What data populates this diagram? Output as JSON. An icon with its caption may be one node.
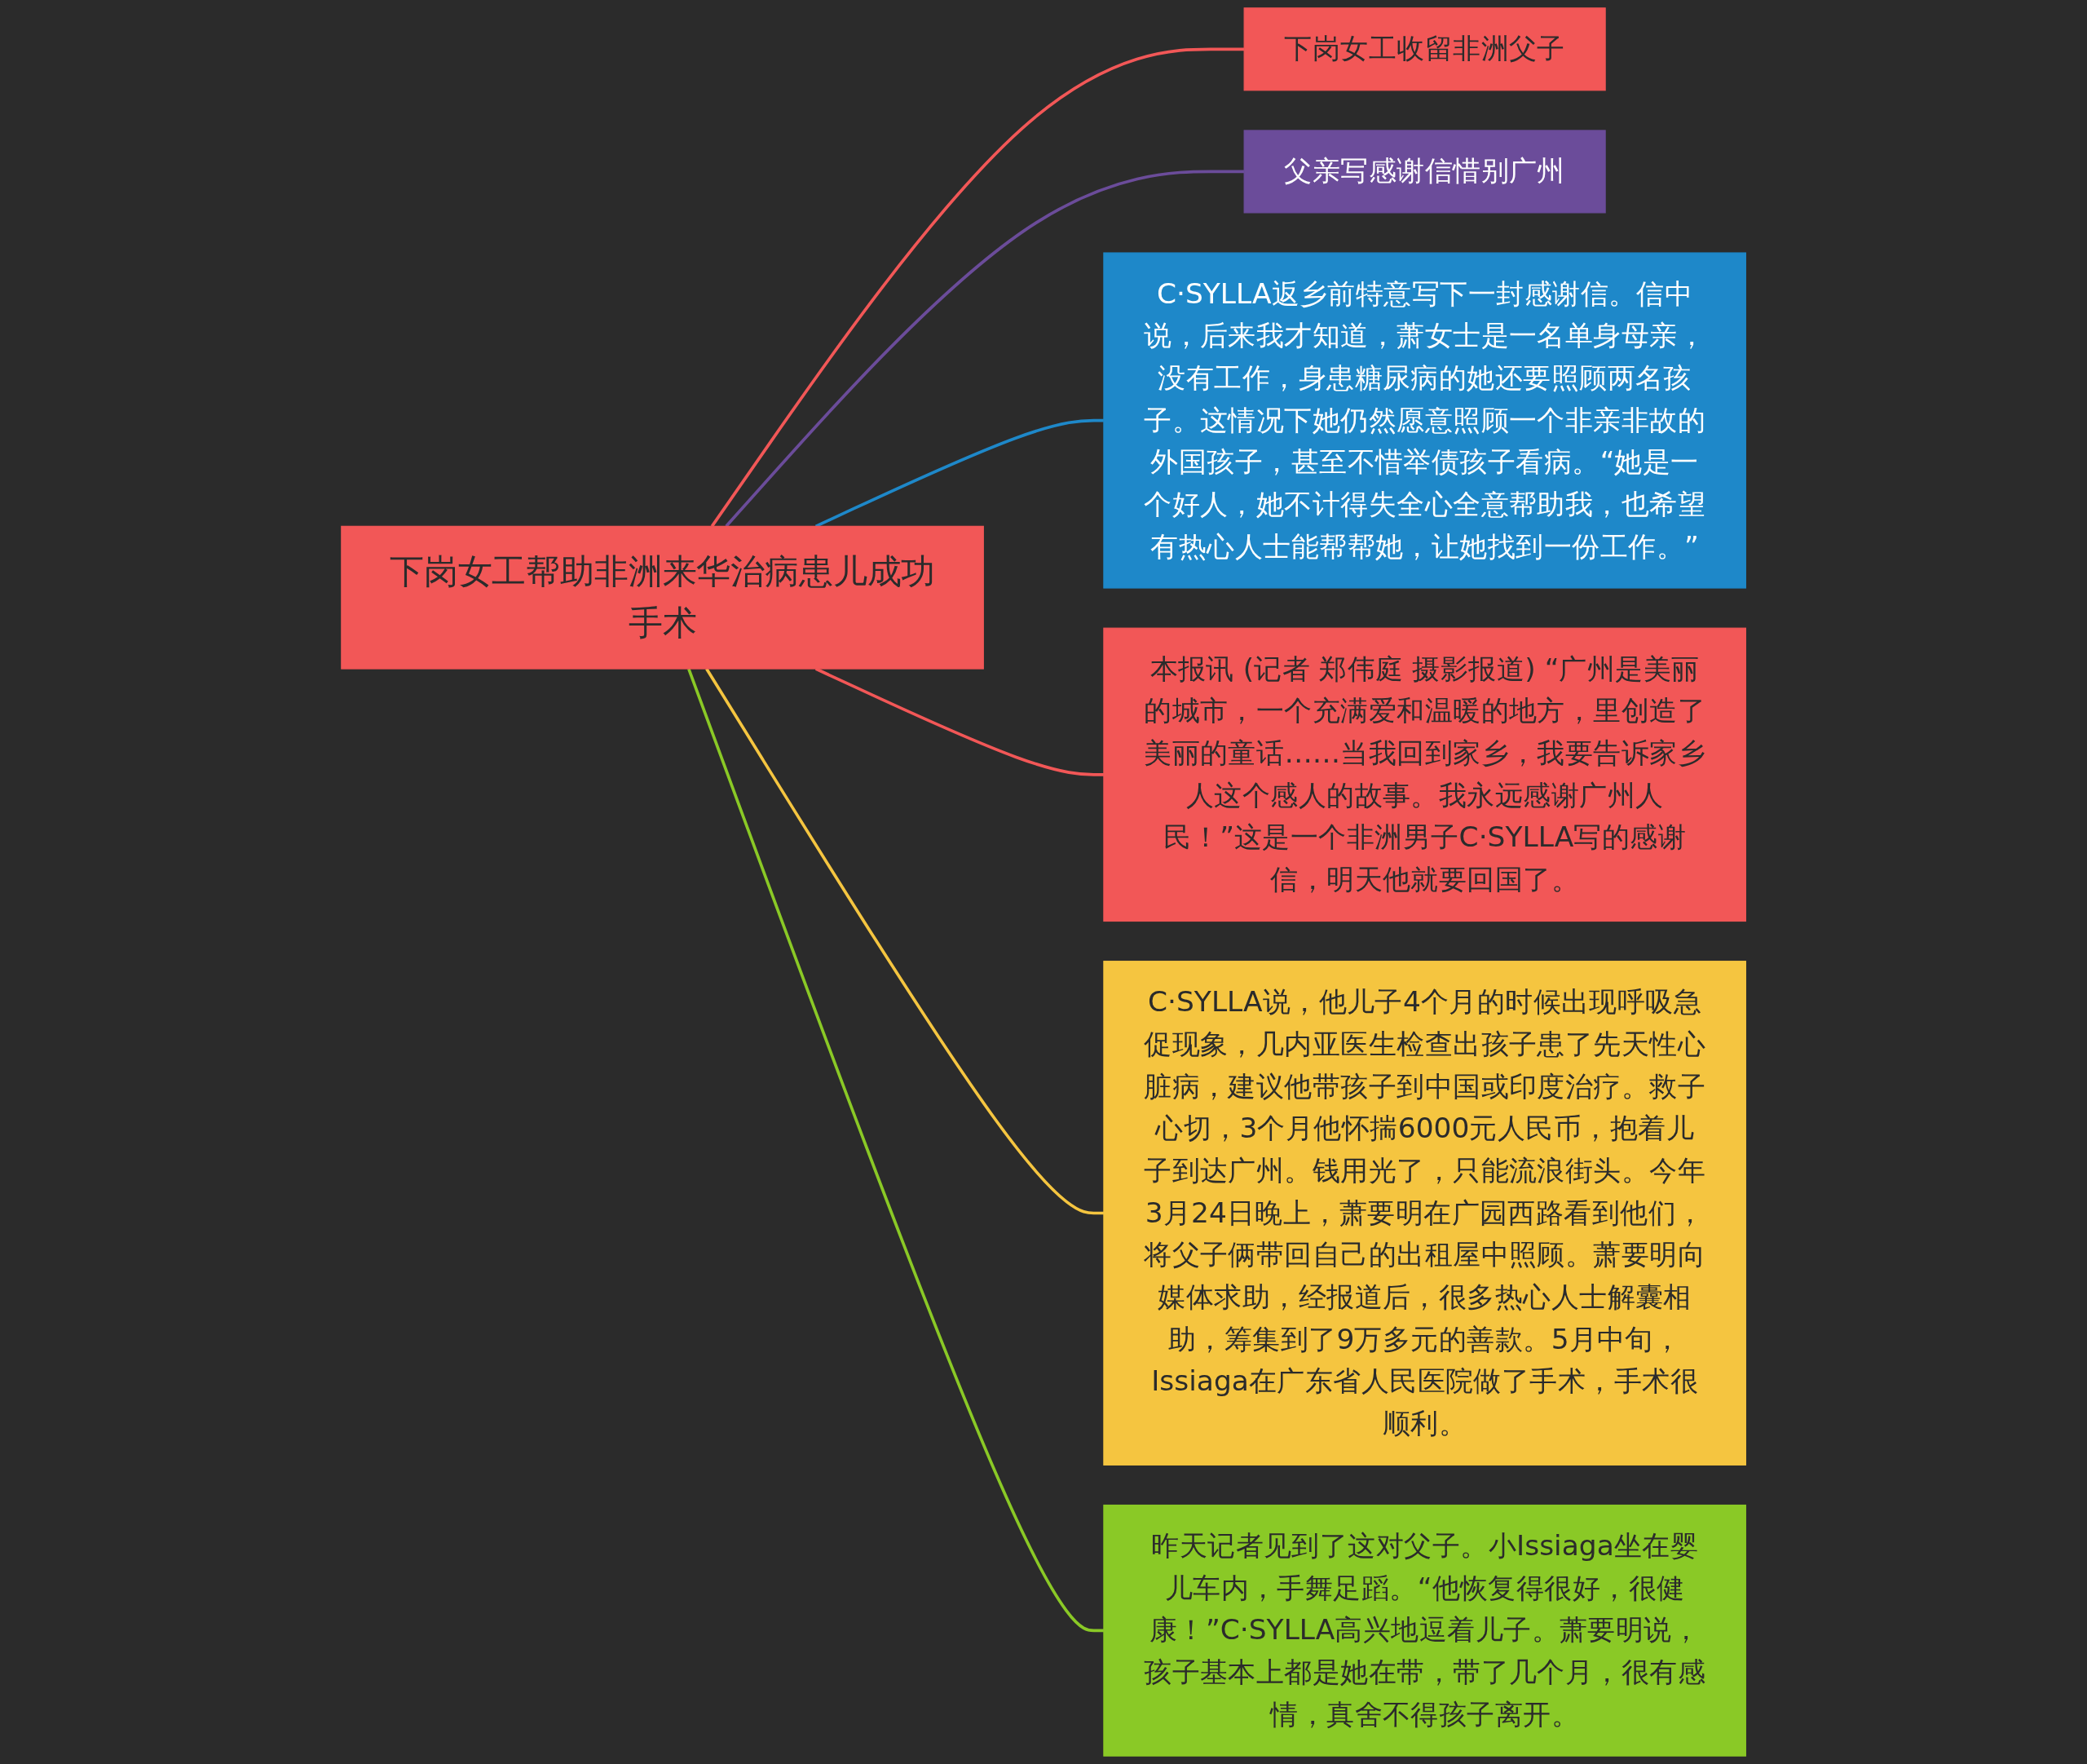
{
  "diagram": {
    "nodes": [
      {
        "text": [
          "下岗女工帮助非洲来华治病患儿成功手术"
        ]
      },
      {
        "text": [
          "下岗女工收留非洲父子"
        ]
      },
      {
        "text": [
          "父亲写感谢信惜别广州"
        ]
      },
      {
        "text": [
          "C·SYLLA返乡前特意写下一封感谢信。信中说，后来我才知道，萧女士是一名单身母亲，没有工作，身患糖尿病的她还要照顾两名孩子。这情况下她仍然愿意照顾一个非亲非故的外国孩子，甚至不惜举债孩子看病。“她是一个好人，她不计得失全心全意帮助我，也希望有热心人士能帮帮她，让她找到一份工作。”"
        ]
      },
      {
        "text": [
          "本报讯 (记者 郑伟庭 摄影报道) “广州是美丽的城市，一个充满爱和温暖的地方，里创造了美丽的童话……当我回到家乡，我要告诉家乡人这个感人的故事。我永远感谢广州人民！”这是一个非洲男子C·SYLLA写的感谢信，明天他就要回国了。"
        ]
      },
      {
        "text": [
          "C·SYLLA说，他儿子4个月的时候出现呼吸急促现象，几内亚医生检查出孩子患了先天性心脏病，建议他带孩子到中国或印度治疗。救子心切，3个月他怀揣6000元人民币，抱着儿子到达广州。钱用光了，只能流浪街头。今年3月24日晚上，萧要明在广园西路看到他们，将父子俩带回自己的出租屋中照顾。萧要明向媒体求助，经报道后，很多热心人士解囊相助，筹集到了9万多元的善款。5月中旬，Issiaga在广东省人民医院做了手术，手术很顺利。"
        ]
      },
      {
        "text": [
          "昨天记者见到了这对父子。小Issiaga坐在婴儿车内，手舞足蹈。“他恢复得很好，很健康！”C·SYLLA高兴地逗着儿子。萧要明说，孩子基本上都是她在带，带了几个月，很有感情，真舍不得孩子离开。"
        ]
      }
    ],
    "edges": [
      {
        "from": 0,
        "to": 1,
        "arrow": "none",
        "color": "#f25757"
      },
      {
        "from": 0,
        "to": 2,
        "arrow": "none",
        "color": "#6b4c9a"
      },
      {
        "from": 0,
        "to": 3,
        "arrow": "none",
        "color": "#1e88c9"
      },
      {
        "from": 0,
        "to": 4,
        "arrow": "none",
        "color": "#f25757"
      },
      {
        "from": 0,
        "to": 5,
        "arrow": "none",
        "color": "#f5c540"
      },
      {
        "from": 0,
        "to": 6,
        "arrow": "none",
        "color": "#8ac926"
      }
    ]
  }
}
